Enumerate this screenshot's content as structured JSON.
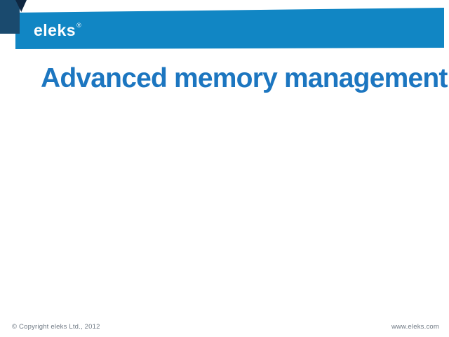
{
  "slide": {
    "title": "Advanced memory management"
  },
  "header": {
    "logo_text": "eleks",
    "logo_registered_mark": "®"
  },
  "footer": {
    "copyright": "© Copyright eleks Ltd., 2012",
    "website": "www.eleks.com"
  },
  "colors": {
    "header_bar": "#1186C4",
    "corner_square": "#1A4A6E",
    "corner_fold": "#0F2741",
    "title_text": "#1C76C0",
    "footer_text": "#6F7984",
    "logo_text": "#FFFFFF"
  }
}
